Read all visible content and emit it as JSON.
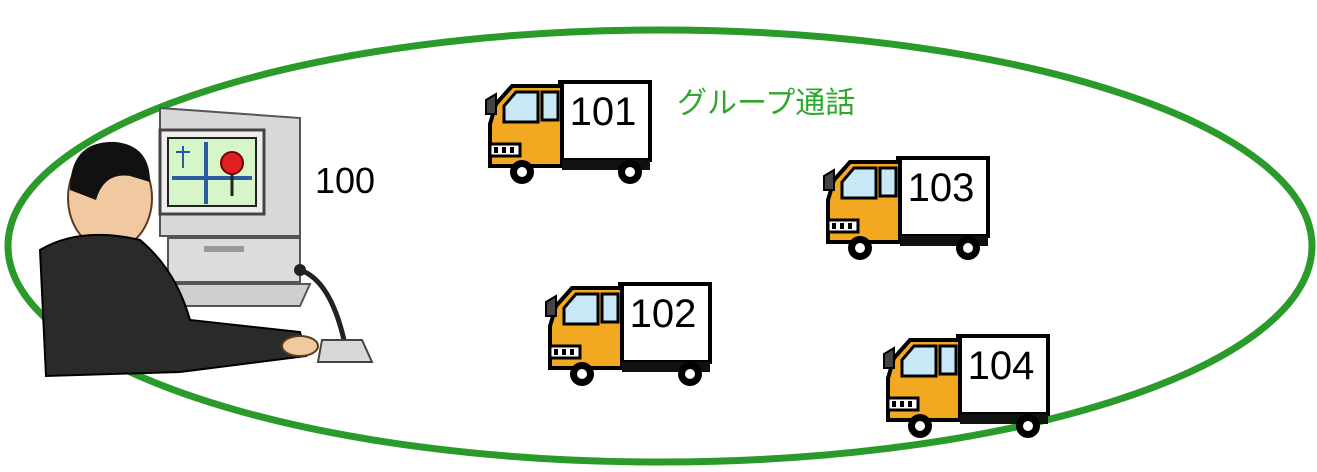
{
  "group_call_label": "グループ通話",
  "operator": {
    "id_label": "100",
    "icon": "dispatcher-computer-icon"
  },
  "trucks": [
    {
      "id_label": "101",
      "icon": "truck-icon"
    },
    {
      "id_label": "102",
      "icon": "truck-icon"
    },
    {
      "id_label": "103",
      "icon": "truck-icon"
    },
    {
      "id_label": "104",
      "icon": "truck-icon"
    }
  ],
  "colors": {
    "ellipse": "#2a9a2a",
    "group_label": "#2ea82e",
    "truck_cab": "#f2a820",
    "truck_window": "#c8e8f8"
  }
}
